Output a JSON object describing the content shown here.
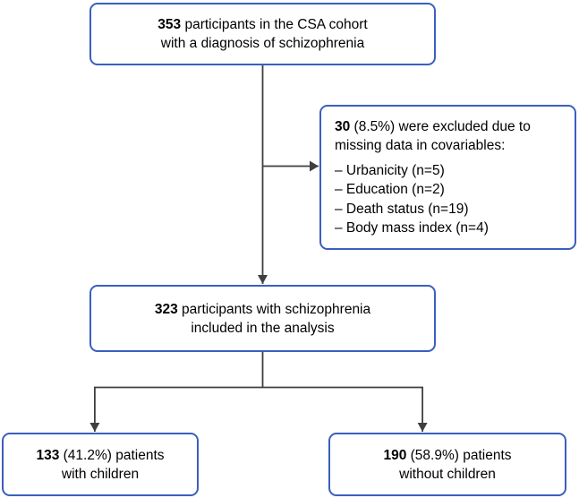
{
  "chart_data": {
    "type": "flowchart",
    "title": "",
    "nodes": [
      {
        "id": "top",
        "lines": [
          {
            "bold": "353",
            "rest": " participants in the CSA cohort"
          },
          {
            "bold": "",
            "rest": "with a diagnosis of schizophrenia"
          }
        ],
        "value": 353
      },
      {
        "id": "excluded",
        "lines": [
          {
            "bold": "30",
            "rest": " (8.5%) were excluded due to"
          },
          {
            "bold": "",
            "rest": "missing data in covariables:"
          }
        ],
        "bullets": [
          "– Urbanicity (n=5)",
          "– Education (n=2)",
          "– Death status (n=19)",
          "– Body mass index (n=4)"
        ],
        "value": 30,
        "percent": "8.5%"
      },
      {
        "id": "included",
        "lines": [
          {
            "bold": "323",
            "rest": " participants with schizophrenia"
          },
          {
            "bold": "",
            "rest": "included in the analysis"
          }
        ],
        "value": 323
      },
      {
        "id": "with_children",
        "lines": [
          {
            "bold": "133",
            "rest": " (41.2%) patients"
          },
          {
            "bold": "",
            "rest": "with children"
          }
        ],
        "value": 133,
        "percent": "41.2%"
      },
      {
        "id": "without_children",
        "lines": [
          {
            "bold": "190",
            "rest": " (58.9%) patients"
          },
          {
            "bold": "",
            "rest": "without children"
          }
        ],
        "value": 190,
        "percent": "58.9%"
      }
    ],
    "edges": [
      {
        "from": "top",
        "to": "included"
      },
      {
        "from": "top",
        "to": "excluded"
      },
      {
        "from": "included",
        "to": "with_children"
      },
      {
        "from": "included",
        "to": "without_children"
      }
    ],
    "colors": {
      "box_border": "#3a5fbe",
      "connector": "#3f3f3f",
      "background": "#ffffff",
      "text": "#000000"
    }
  },
  "boxes": {
    "top": {
      "line1_bold": "353",
      "line1_rest": " participants in the CSA cohort",
      "line2": "with a diagnosis of schizophrenia"
    },
    "excluded": {
      "line1_bold": "30",
      "line1_rest": " (8.5%) were excluded due to",
      "line2": "missing data in covariables:",
      "bullets": [
        "– Urbanicity (n=5)",
        "– Education (n=2)",
        "– Death status (n=19)",
        "– Body mass index (n=4)"
      ]
    },
    "included": {
      "line1_bold": "323",
      "line1_rest": " participants with schizophrenia",
      "line2": "included in the analysis"
    },
    "with_children": {
      "line1_bold": "133",
      "line1_rest": " (41.2%) patients",
      "line2": "with children"
    },
    "without_children": {
      "line1_bold": "190",
      "line1_rest": " (58.9%) patients",
      "line2": "without children"
    }
  }
}
